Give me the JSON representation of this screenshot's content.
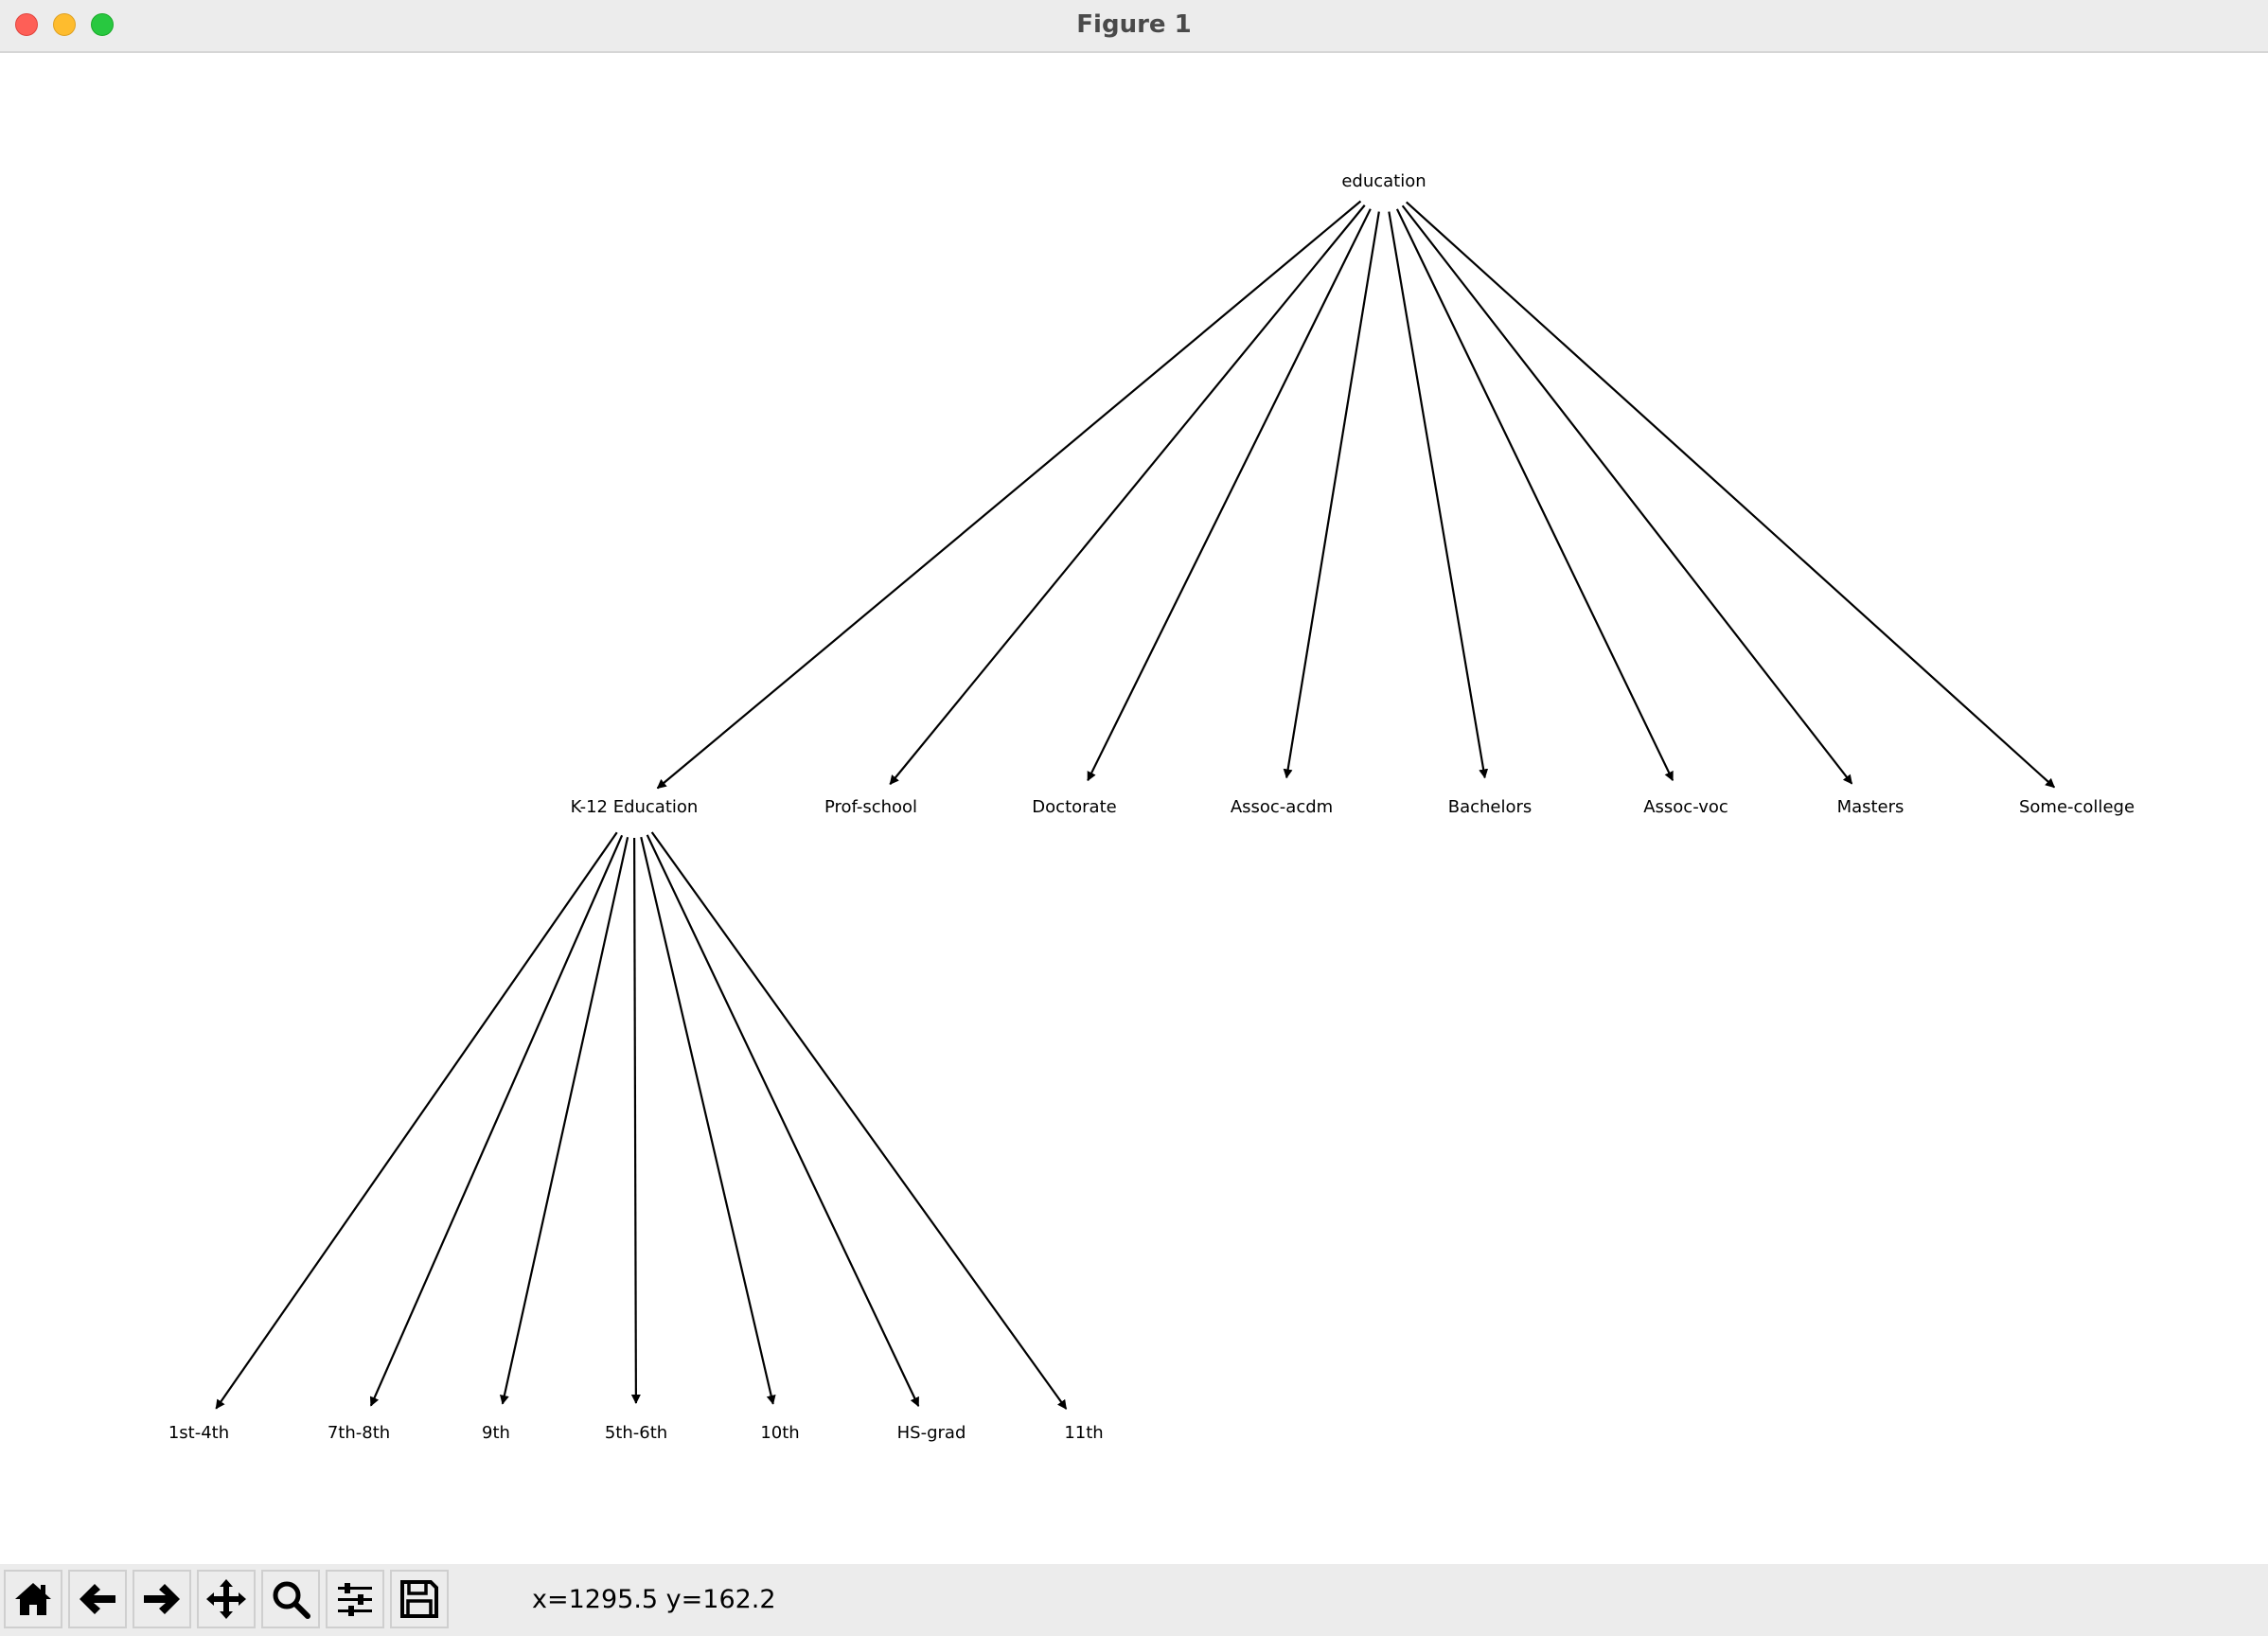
{
  "window": {
    "title": "Figure 1"
  },
  "tree": {
    "root": {
      "label": "education",
      "children": [
        {
          "label": "K-12 Education",
          "children": [
            "1st-4th",
            "7th-8th",
            "9th",
            "5th-6th",
            "10th",
            "HS-grad",
            "11th"
          ]
        },
        {
          "label": "Prof-school"
        },
        {
          "label": "Doctorate"
        },
        {
          "label": "Assoc-acdm"
        },
        {
          "label": "Bachelors"
        },
        {
          "label": "Assoc-voc"
        },
        {
          "label": "Masters"
        },
        {
          "label": "Some-college"
        }
      ]
    }
  },
  "toolbar": {
    "buttons": [
      {
        "name": "home",
        "icon": "home-icon"
      },
      {
        "name": "back",
        "icon": "arrow-left-icon"
      },
      {
        "name": "forward",
        "icon": "arrow-right-icon"
      },
      {
        "name": "pan",
        "icon": "move-icon"
      },
      {
        "name": "zoom",
        "icon": "zoom-icon"
      },
      {
        "name": "configure-subplots",
        "icon": "sliders-icon"
      },
      {
        "name": "save",
        "icon": "save-icon"
      }
    ],
    "coordinates": "x=1295.5 y=162.2"
  }
}
